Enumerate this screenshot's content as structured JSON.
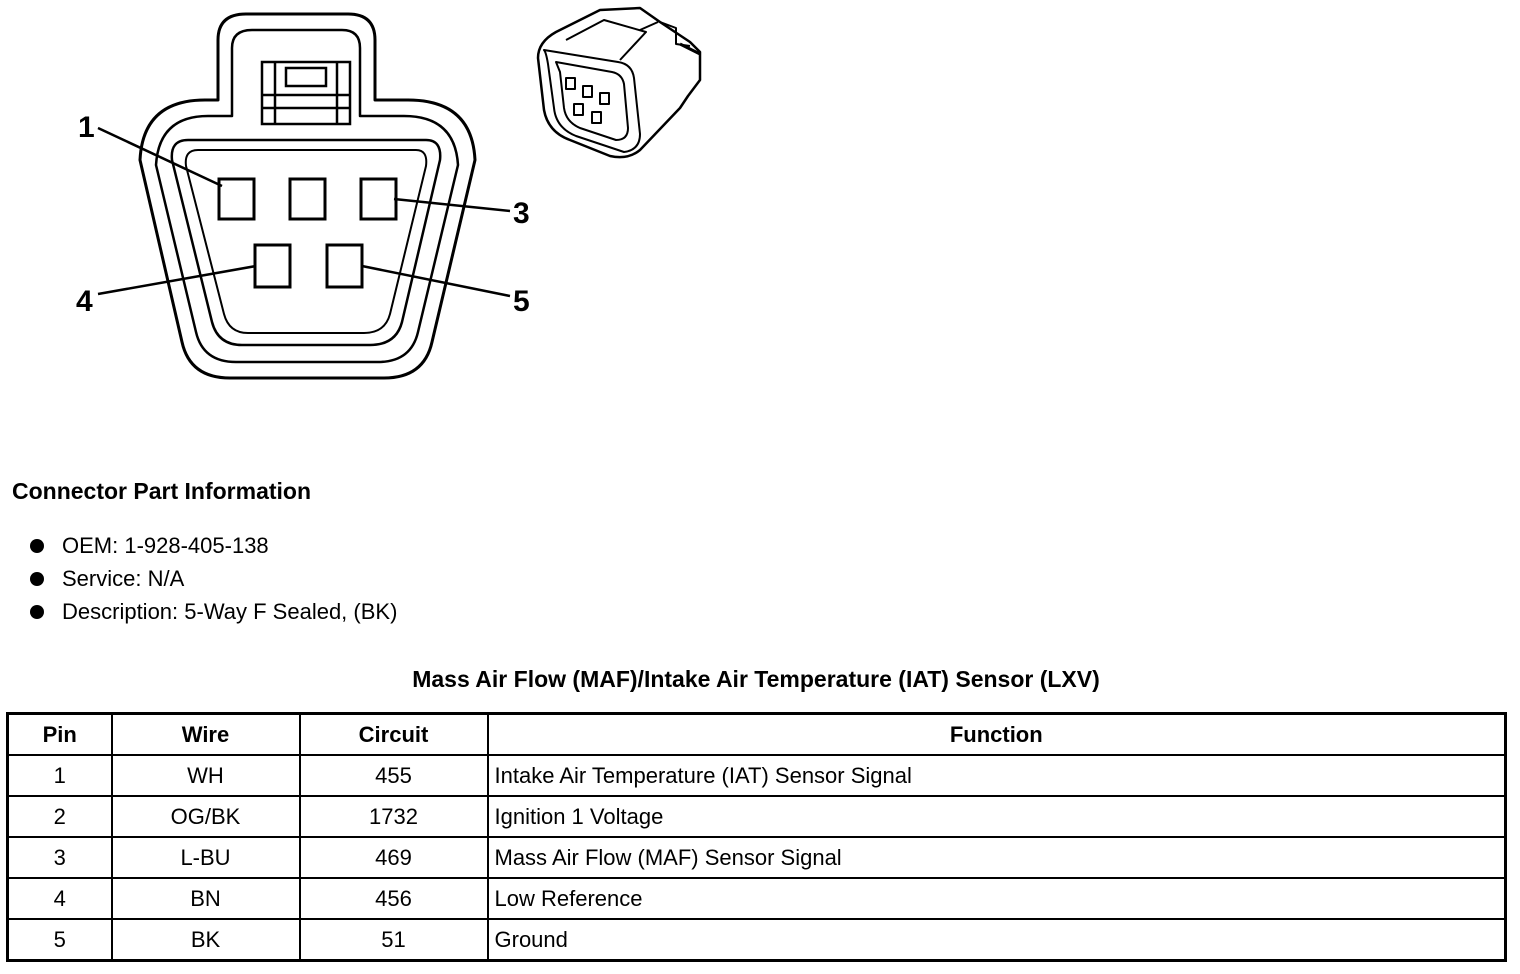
{
  "diagram": {
    "pin_labels": [
      "1",
      "3",
      "4",
      "5"
    ]
  },
  "connector_info": {
    "title": "Connector Part Information",
    "items": [
      "OEM: 1-928-405-138",
      "Service: N/A",
      "Description: 5-Way F Sealed, (BK)"
    ]
  },
  "table": {
    "title": "Mass Air Flow (MAF)/Intake Air Temperature (IAT) Sensor (LXV)",
    "headers": [
      "Pin",
      "Wire",
      "Circuit",
      "Function"
    ],
    "rows": [
      [
        "1",
        "WH",
        "455",
        "Intake Air Temperature (IAT) Sensor Signal"
      ],
      [
        "2",
        "OG/BK",
        "1732",
        "Ignition 1 Voltage"
      ],
      [
        "3",
        "L-BU",
        "469",
        "Mass Air Flow (MAF) Sensor Signal"
      ],
      [
        "4",
        "BN",
        "456",
        "Low Reference"
      ],
      [
        "5",
        "BK",
        "51",
        "Ground"
      ]
    ]
  }
}
